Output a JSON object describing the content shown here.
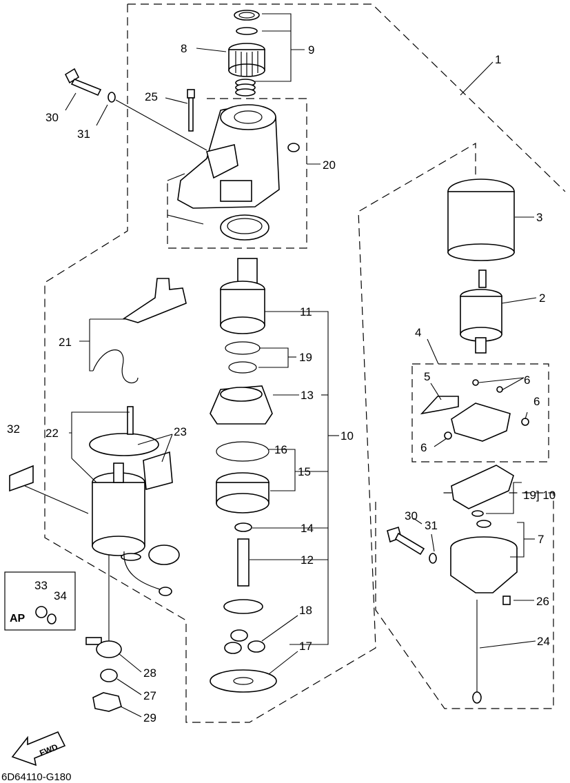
{
  "diagram": {
    "code": "6D64110-G180",
    "ap_box_label": "AP",
    "fwd_label": "FWD",
    "callouts": {
      "c1": "1",
      "c2": "2",
      "c3": "3",
      "c4": "4",
      "c5": "5",
      "c6a": "6",
      "c6b": "6",
      "c6c": "6",
      "c7": "7",
      "c8": "8",
      "c9": "9",
      "c10": "10",
      "c11": "11",
      "c12": "12",
      "c13": "13",
      "c14": "14",
      "c15": "15",
      "c16": "16",
      "c17": "17",
      "c18": "18",
      "c19": "19",
      "c19b": "19] 10",
      "c20": "20",
      "c21": "21",
      "c22": "22",
      "c23": "23",
      "c24": "24",
      "c25": "25",
      "c26": "26",
      "c27": "27",
      "c28": "28",
      "c29": "29",
      "c30": "30",
      "c30b": "30",
      "c31": "31",
      "c31b": "31",
      "c32": "32",
      "c33": "33",
      "c34": "34"
    }
  }
}
